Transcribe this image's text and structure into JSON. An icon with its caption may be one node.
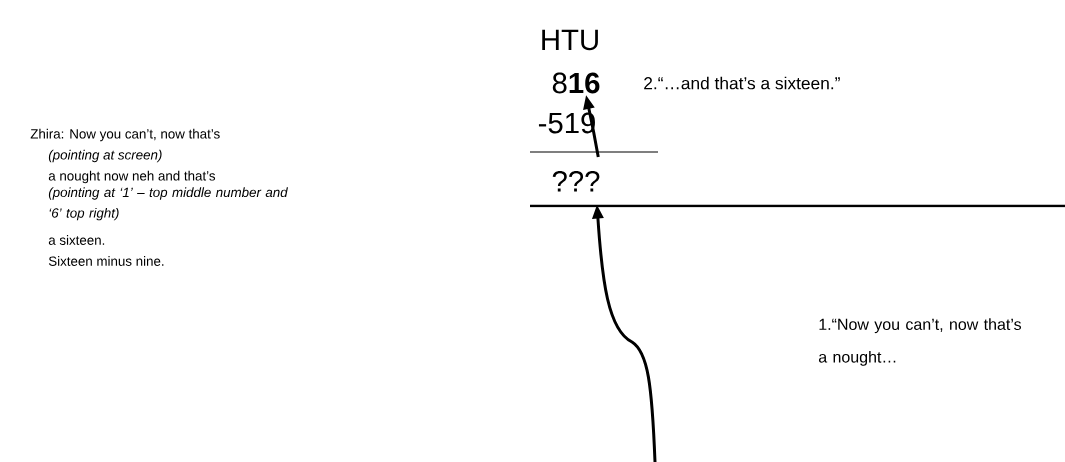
{
  "diagram": {
    "nodes": [
      {
        "text": [
          "8**16**"
        ]
      },
      {
        "text": [
          "???"
        ]
      }
    ],
    "edges": [
      {
        "from": null,
        "to": 1,
        "arrow": "to"
      },
      {
        "from": 1,
        "to": 0,
        "arrow": "to"
      }
    ],
    "labels": [
      "HTU",
      "2.“…and that’s a sixteen.”",
      "-519",
      "Zhira: Now you can’t, now that’s",
      "(pointing at screen)",
      "a nought now neh and that’s",
      "(pointing at ‘1’ – top middle number and ‘6’ top right)",
      "a sixteen.",
      "Sixteen minus nine.",
      "1.“Now you can’t, now that’s a nought…"
    ]
  }
}
